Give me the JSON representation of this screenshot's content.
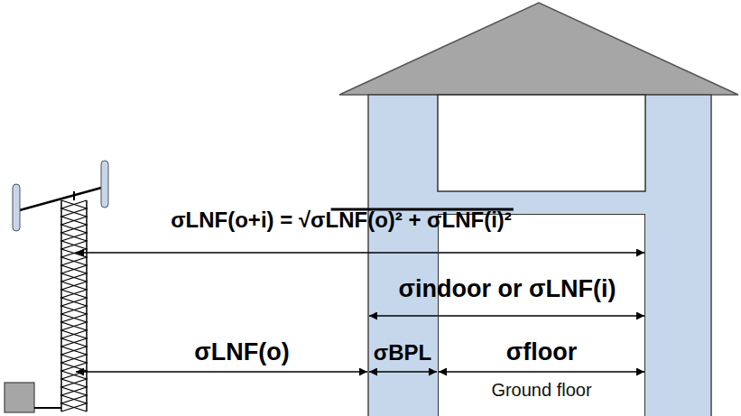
{
  "diagram": {
    "nodes": [
      {
        "text": [
          "Ground floor"
        ]
      }
    ],
    "labels": [
      "σLNF(o+i) = √σLNF(o)² + σLNF(i)²",
      "σindoor or σLNF(i)",
      "σLNF(o)",
      "σBPL",
      "σfloor"
    ]
  }
}
